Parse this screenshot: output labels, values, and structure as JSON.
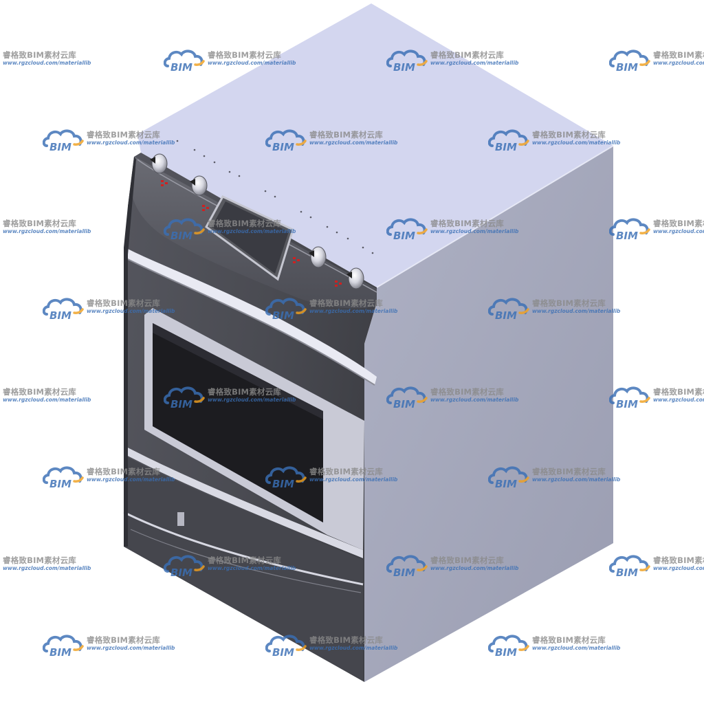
{
  "watermark": {
    "logo_text": "BIM",
    "brand": "睿格致BIM素材云库",
    "url": "www.rgzcloud.com/materiallib"
  },
  "colors": {
    "top_face": "#d3d6ef",
    "side_face": "#a3a6b9",
    "front_dark": "#4a4b52",
    "front_mid": "#5d5e66",
    "trim_light": "#e9eaf3",
    "window_glass": "#1c1c20",
    "indicator_red": "#d02020",
    "watermark_blue": "#3a6fb5",
    "watermark_orange": "#f0a020",
    "watermark_gray": "#8a8a8a"
  },
  "icons": {
    "watermark_logo": "cloud-bim-logo-icon",
    "control_knob": "control-knob-icon"
  }
}
